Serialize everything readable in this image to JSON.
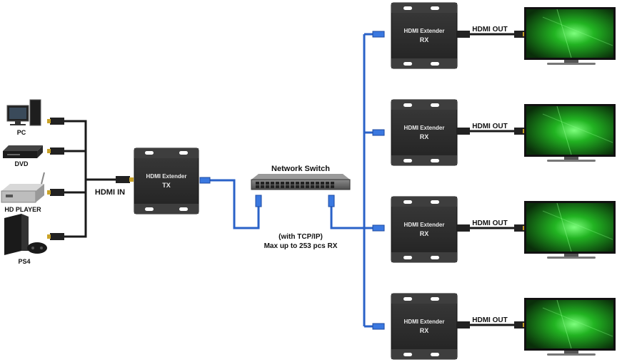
{
  "sources": [
    {
      "label": "PC",
      "icon": "pc-icon"
    },
    {
      "label": "DVD",
      "icon": "dvd-player-icon"
    },
    {
      "label": "HD PLAYER",
      "icon": "hd-player-icon"
    },
    {
      "label": "PS4",
      "icon": "ps4-icon"
    }
  ],
  "hdmi_in_label": "HDMI IN",
  "transmitter": {
    "title": "HDMI Extender",
    "role": "TX"
  },
  "network_switch": {
    "title": "Network Switch"
  },
  "switch_note": {
    "line1": "(with TCP/IP)",
    "line2": "Max up to 253 pcs RX"
  },
  "receivers": [
    {
      "title": "HDMI Extender",
      "role": "RX",
      "output_label": "HDMI OUT"
    },
    {
      "title": "HDMI Extender",
      "role": "RX",
      "output_label": "HDMI OUT"
    },
    {
      "title": "HDMI Extender",
      "role": "RX",
      "output_label": "HDMI OUT"
    },
    {
      "title": "HDMI Extender",
      "role": "RX",
      "output_label": "HDMI OUT"
    }
  ],
  "colors": {
    "hdmi_cable": "#1a1a1a",
    "network_cable": "#2a62c8",
    "device_body": "#2e2e2e",
    "screen_green": "#2fbf2f"
  }
}
